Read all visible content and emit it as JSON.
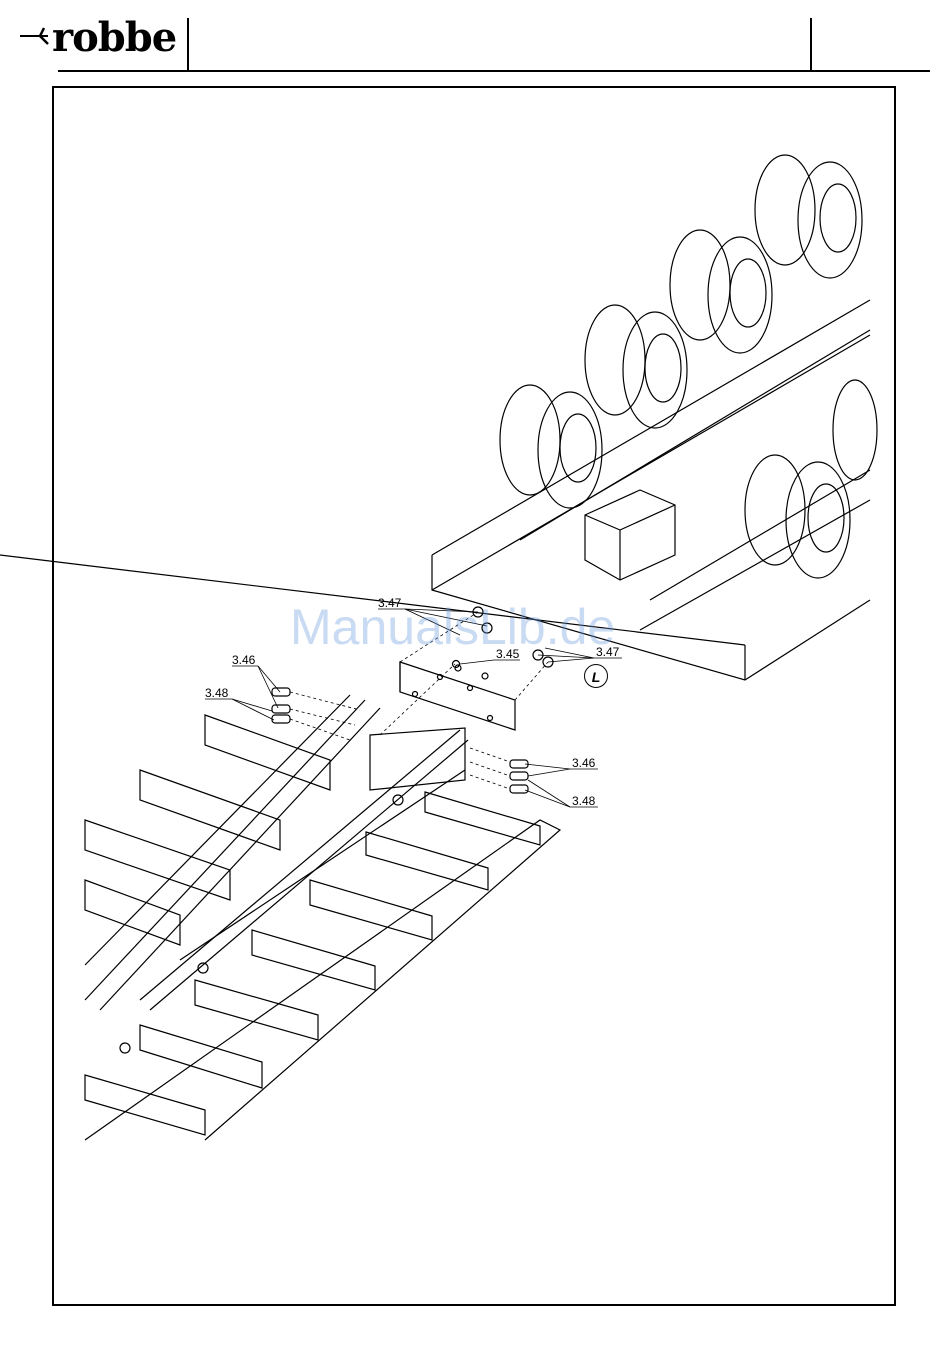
{
  "header": {
    "brand": "robbe"
  },
  "callouts": {
    "c347a": "3.47",
    "c345": "3.45",
    "c347b": "3.47",
    "c346a": "3.46",
    "c348a": "3.48",
    "c346b": "3.46",
    "c348b": "3.48",
    "loctite": "L"
  },
  "watermark": "ManualsLib.de"
}
